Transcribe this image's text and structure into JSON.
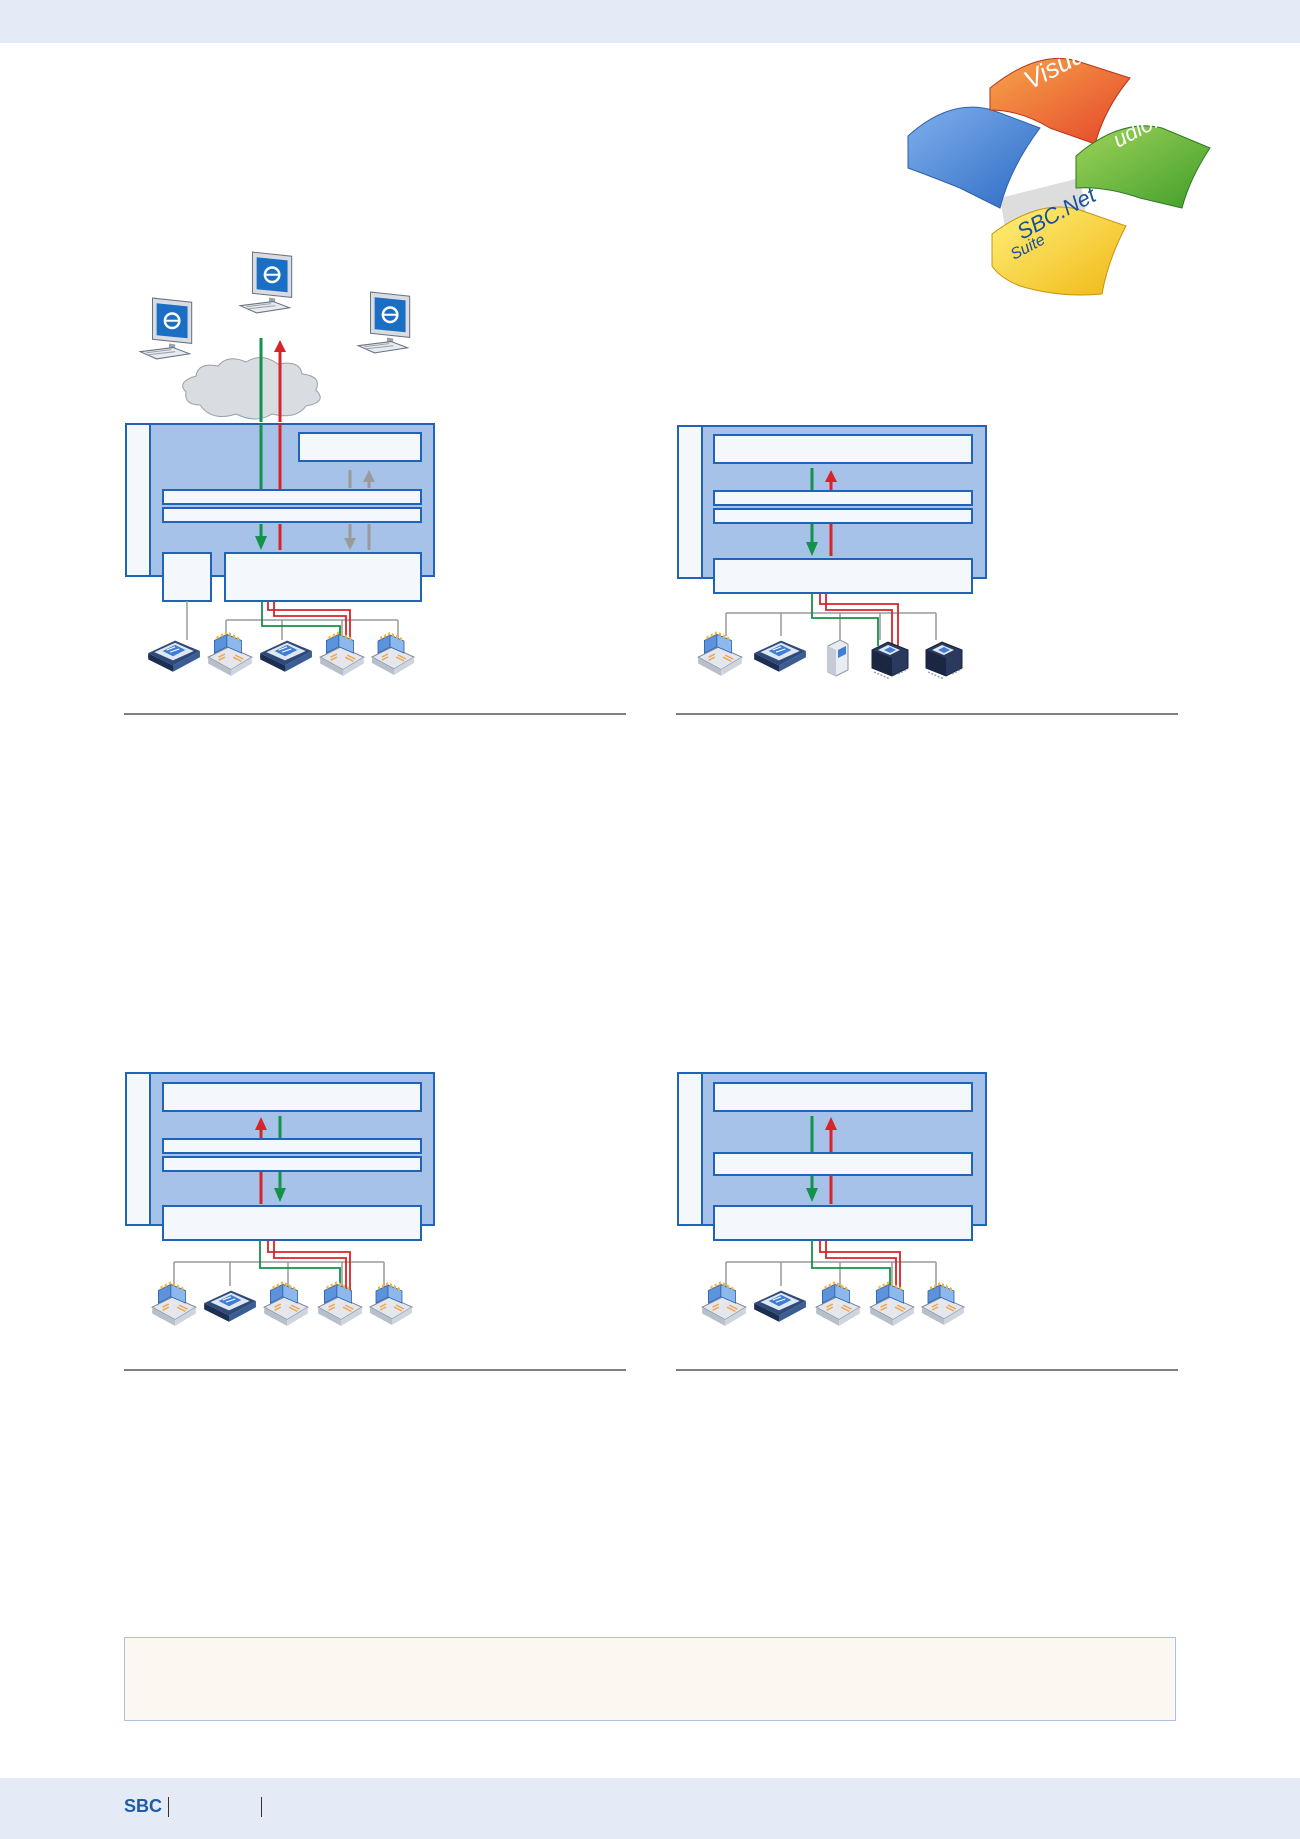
{
  "footer": {
    "brand": "SBC"
  },
  "logo": {
    "visual_text": "Visual",
    "studio_text": "udio.net",
    "sbc_text": "SBC.Net",
    "suite_text": "Suite"
  },
  "colors": {
    "band": "#e4ebf6",
    "box_fill": "#a7c2e8",
    "box_stroke": "#1f64b8",
    "green_arrow": "#12924a",
    "red_arrow": "#d8232a",
    "gray_arrow": "#9a9a9a",
    "note_fill": "#fcf7f1",
    "brand_blue": "#1f5aa6"
  },
  "icons": [
    "pc-monitor-icon",
    "internet-cloud-icon",
    "plc-module-icon",
    "io-module-icon",
    "din-rail-meter-icon"
  ]
}
